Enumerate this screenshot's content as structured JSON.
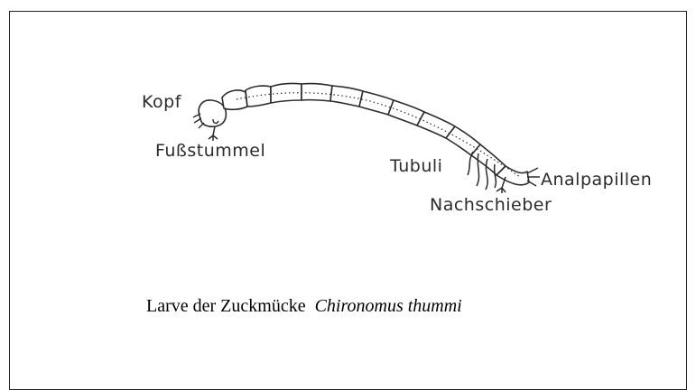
{
  "labels": {
    "head": "Kopf",
    "prolegs": "Fußstummel",
    "tubuli": "Tubuli",
    "anal_papillae": "Analpapillen",
    "posterior_prolegs": "Nachschieber"
  },
  "caption": {
    "text": "Larve der Zuckmücke",
    "species": "Chironomus thummi"
  },
  "colors": {
    "ink": "#2b2b2b",
    "frame": "#222222"
  }
}
